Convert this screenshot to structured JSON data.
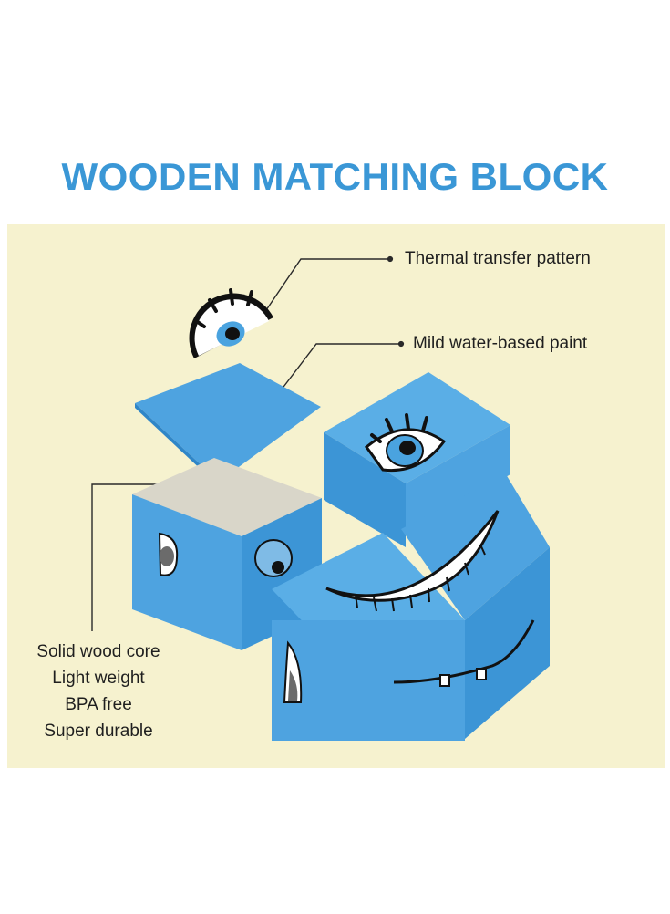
{
  "title": "WOODEN MATCHING BLOCK",
  "callouts": {
    "thermal": "Thermal transfer pattern",
    "paint": "Mild water-based paint"
  },
  "features": [
    "Solid wood core",
    "Light weight",
    "BPA free",
    "Super durable"
  ],
  "colors": {
    "title": "#3a97d6",
    "panel_background": "#f6f2cf",
    "block_blue": "#4ea3e0",
    "block_blue_dark": "#2f86c8",
    "wood_core": "#d9d6c9"
  },
  "icons": [
    "eye-sticker-icon",
    "smile-face-icon"
  ]
}
